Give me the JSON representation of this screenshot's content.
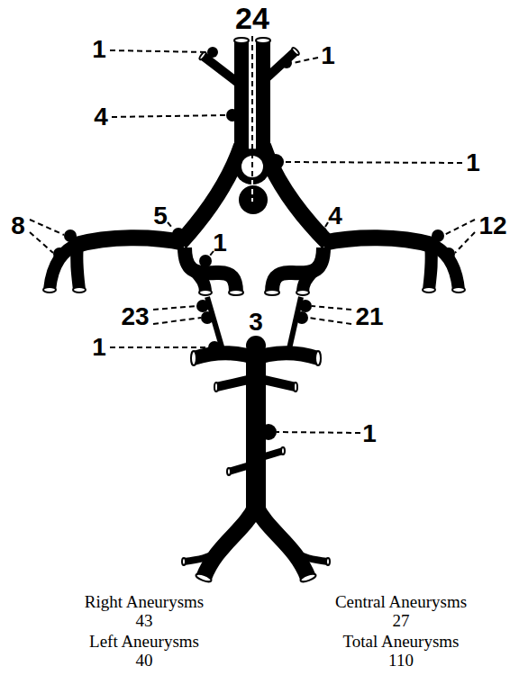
{
  "diagram": {
    "labels": [
      "24",
      "1",
      "1",
      "4",
      "1",
      "8",
      "5",
      "4",
      "12",
      "1",
      "23",
      "3",
      "21",
      "1",
      "1",
      "Right Aneurysms",
      "Central Aneurysms",
      "43",
      "27",
      "Left Aneurysms",
      "Total Aneurysms",
      "40",
      "110"
    ]
  }
}
